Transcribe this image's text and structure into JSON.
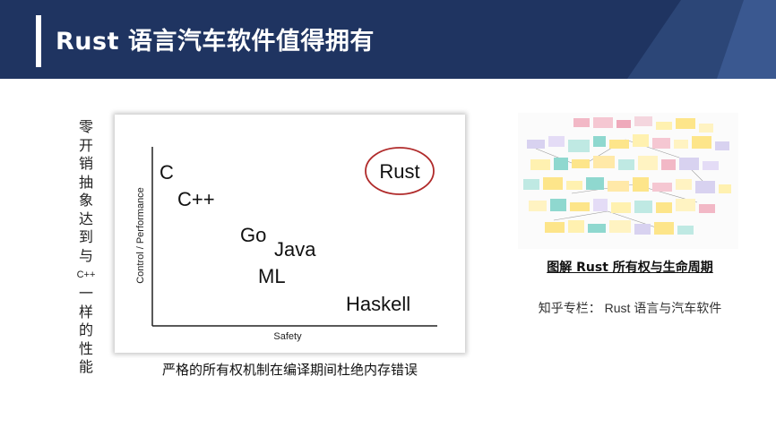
{
  "header": {
    "title": "Rust 语言汽车软件值得拥有"
  },
  "left_label": {
    "chars": [
      "零",
      "开",
      "销",
      "抽",
      "象",
      "达",
      "到",
      "与",
      "C++",
      "一",
      "样",
      "的",
      "性",
      "能"
    ]
  },
  "chart": {
    "xlabel": "Safety",
    "ylabel": "Control / Performance",
    "languages": [
      "C",
      "C++",
      "Go",
      "Java",
      "ML",
      "Haskell",
      "Rust"
    ],
    "highlight": "Rust",
    "highlight_color": "#b02a2a"
  },
  "chart_caption": "严格的所有权机制在编译期间杜绝内存错误",
  "right": {
    "title": "图解 Rust 所有权与生命周期",
    "subtitle_prefix": "知乎专栏：",
    "subtitle_rest": " Rust 语言与汽车软件"
  },
  "colors": {
    "header_bg": "#1f3461",
    "accent_red": "#b02a2a"
  }
}
